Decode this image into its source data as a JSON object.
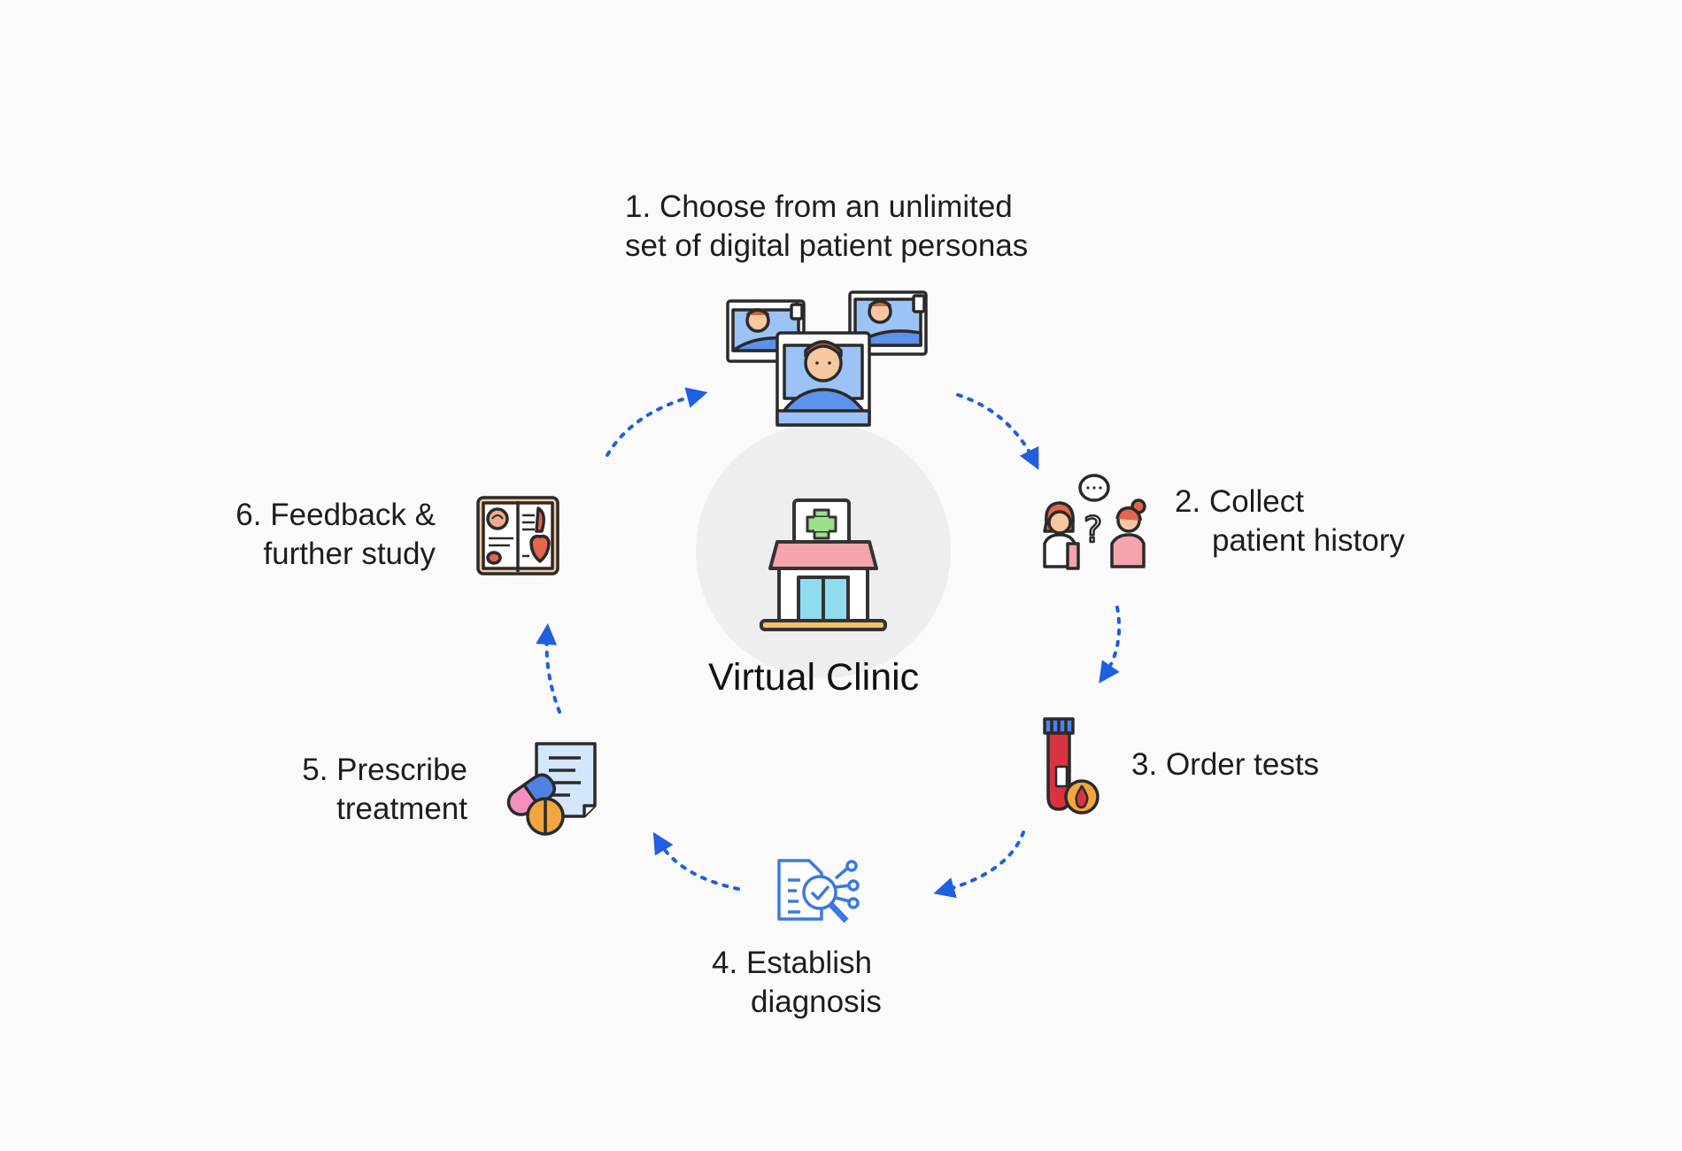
{
  "center": {
    "title": "Virtual Clinic",
    "icon": "clinic-building-icon"
  },
  "steps": [
    {
      "number": "1.",
      "line1": "Choose from an unlimited",
      "line2": "set of digital patient personas",
      "icon": "patients-in-beds-icon"
    },
    {
      "number": "2.",
      "line1": "Collect",
      "line2": "patient history",
      "icon": "doctor-patient-conversation-icon"
    },
    {
      "number": "3.",
      "line1": "Order tests",
      "line2": "",
      "icon": "blood-test-tube-icon"
    },
    {
      "number": "4.",
      "line1": "Establish",
      "line2": "diagnosis",
      "icon": "document-analysis-icon"
    },
    {
      "number": "5.",
      "line1": "Prescribe",
      "line2": "treatment",
      "icon": "pills-prescription-icon"
    },
    {
      "number": "6.",
      "line1": "Feedback &",
      "line2": "further study",
      "icon": "anatomy-book-icon"
    }
  ],
  "colors": {
    "background": "#fafafa",
    "arrow": "#1f5fe0",
    "center_circle": "#eeeeee",
    "text": "#1d1d1f"
  }
}
